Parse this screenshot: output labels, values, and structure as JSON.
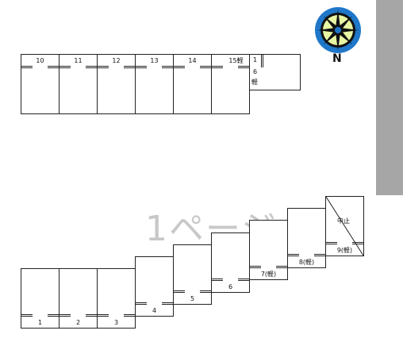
{
  "compass": {
    "north_label": "N"
  },
  "watermark": "1ページ",
  "top_row": {
    "spaces": [
      "10",
      "11",
      "12",
      "13",
      "14",
      "15軽"
    ],
    "side_number_1": "1",
    "side_number_2": "6",
    "side_suffix": "軽"
  },
  "bottom_row": {
    "spaces": [
      "1",
      "2",
      "3",
      "4",
      "5",
      "6",
      "7(軽)",
      "8(軽)",
      "9(軽)"
    ],
    "cancelled_label": "中止"
  }
}
